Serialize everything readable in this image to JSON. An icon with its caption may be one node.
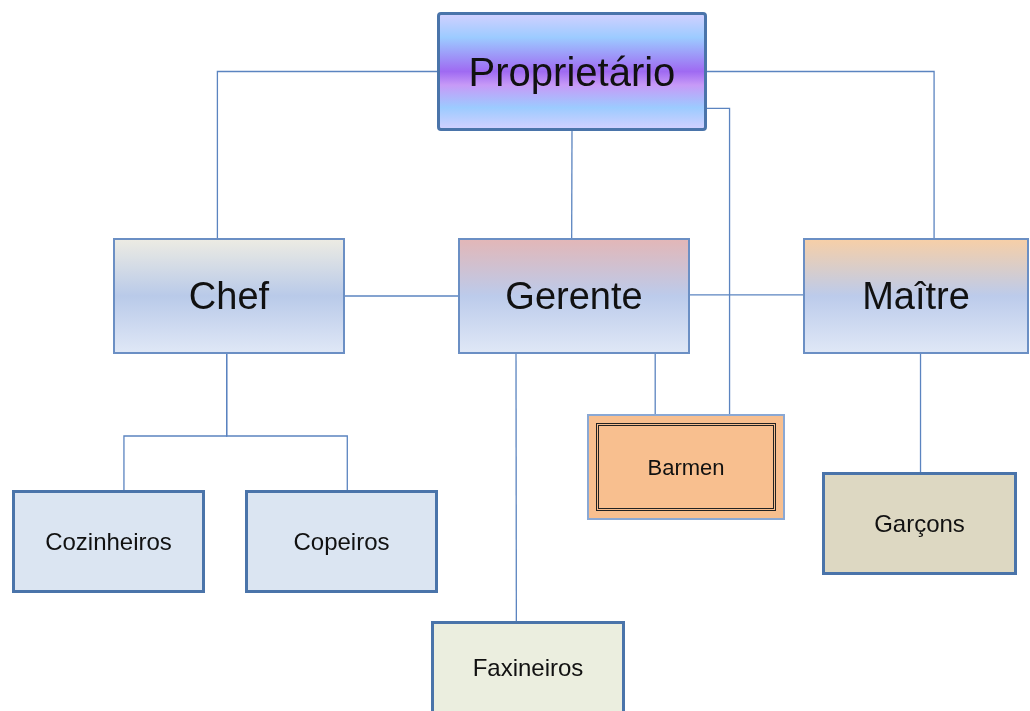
{
  "diagram": {
    "nodes": [
      {
        "text": [
          "Proprietário"
        ]
      },
      {
        "text": [
          "Chef"
        ]
      },
      {
        "text": [
          "Gerente"
        ]
      },
      {
        "text": [
          "Maître"
        ]
      },
      {
        "text": [
          "Cozinheiros"
        ]
      },
      {
        "text": [
          "Copeiros"
        ]
      },
      {
        "text": [
          "Barmen"
        ]
      },
      {
        "text": [
          "Garçons"
        ]
      },
      {
        "text": [
          "Faxineiros"
        ]
      }
    ],
    "edges": [
      {
        "from": 0,
        "to": 1,
        "arrow": "none"
      },
      {
        "from": 0,
        "to": 2,
        "arrow": "none"
      },
      {
        "from": 0,
        "to": 3,
        "arrow": "none"
      },
      {
        "from": 0,
        "to": 6,
        "arrow": "none"
      },
      {
        "from": 1,
        "to": 2,
        "arrow": "none"
      },
      {
        "from": 2,
        "to": 3,
        "arrow": "none"
      },
      {
        "from": 1,
        "to": 4,
        "arrow": "none"
      },
      {
        "from": 1,
        "to": 5,
        "arrow": "none"
      },
      {
        "from": 2,
        "to": 6,
        "arrow": "none"
      },
      {
        "from": 3,
        "to": 7,
        "arrow": "none"
      },
      {
        "from": 2,
        "to": 8,
        "arrow": "none"
      }
    ]
  }
}
